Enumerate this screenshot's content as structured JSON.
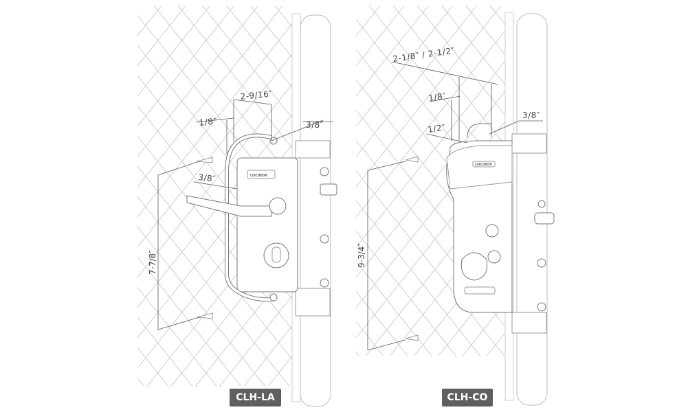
{
  "brand_logo_text": "LOCINOX",
  "products": [
    {
      "model": "CLH-LA",
      "dimensions": {
        "handle_depth": "2-9/16″",
        "offset_top": "1/8″",
        "hole_top": "3/8″",
        "offset_handle": "3/8″",
        "height": "7-7/8″"
      }
    },
    {
      "model": "CLH-CO",
      "dimensions": {
        "handle_depth": "2-1/8″ / 2-1/2″",
        "offset_top": "1/8″",
        "hole_top": "3/8″",
        "offset_mid": "1/2″",
        "height": "9-3/4″"
      }
    }
  ],
  "colors": {
    "badge": "#5f5f5f",
    "line": "#555555",
    "mesh": "#d4d4d4"
  }
}
